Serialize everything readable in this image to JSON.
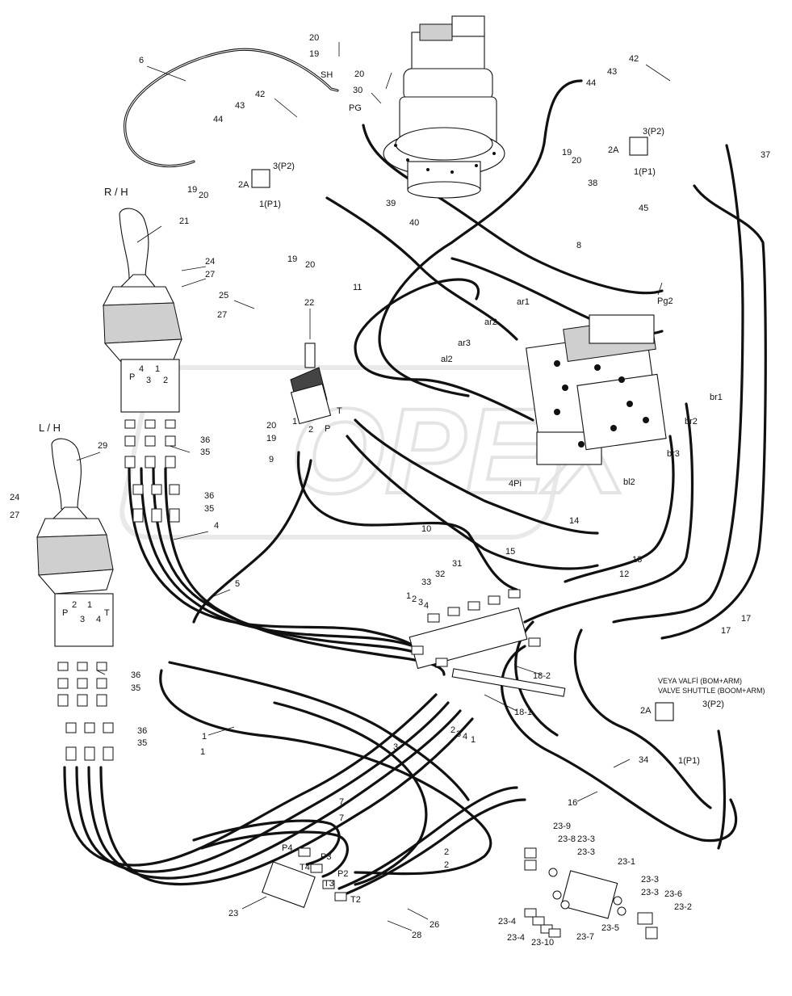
{
  "diagram": {
    "handle_labels": {
      "right": "R / H",
      "left": "L / H"
    },
    "shuttle_valve_note": [
      "VEYA VALFİ (BOM+ARM)",
      "VALVE SHUTTLE (BOOM+ARM)"
    ],
    "watermark": "OPEX",
    "callouts": [
      {
        "id": "c-6",
        "text": "6"
      },
      {
        "id": "c-20a",
        "text": "20"
      },
      {
        "id": "c-19a",
        "text": "19"
      },
      {
        "id": "c-sh",
        "text": "SH"
      },
      {
        "id": "c-20b",
        "text": "20"
      },
      {
        "id": "c-30",
        "text": "30"
      },
      {
        "id": "c-pg",
        "text": "PG"
      },
      {
        "id": "c-42a",
        "text": "42"
      },
      {
        "id": "c-43a",
        "text": "43"
      },
      {
        "id": "c-44a",
        "text": "44"
      },
      {
        "id": "c-3p2a",
        "text": "3(P2)"
      },
      {
        "id": "c-19b",
        "text": "19"
      },
      {
        "id": "c-20c",
        "text": "20"
      },
      {
        "id": "c-2aa",
        "text": "2A"
      },
      {
        "id": "c-1p1a",
        "text": "1(P1)"
      },
      {
        "id": "c-19c",
        "text": "19"
      },
      {
        "id": "c-20d",
        "text": "20"
      },
      {
        "id": "c-39",
        "text": "39"
      },
      {
        "id": "c-40",
        "text": "40"
      },
      {
        "id": "c-42b",
        "text": "42"
      },
      {
        "id": "c-43b",
        "text": "43"
      },
      {
        "id": "c-44b",
        "text": "44"
      },
      {
        "id": "c-3p2b",
        "text": "3(P2)"
      },
      {
        "id": "c-19d",
        "text": "19"
      },
      {
        "id": "c-2ab",
        "text": "2A"
      },
      {
        "id": "c-20e",
        "text": "20"
      },
      {
        "id": "c-1p1b",
        "text": "1(P1)"
      },
      {
        "id": "c-37",
        "text": "37"
      },
      {
        "id": "c-38",
        "text": "38"
      },
      {
        "id": "c-45",
        "text": "45"
      },
      {
        "id": "c-8",
        "text": "8"
      },
      {
        "id": "c-pg2",
        "text": "Pg2"
      },
      {
        "id": "c-21",
        "text": "21"
      },
      {
        "id": "c-24a",
        "text": "24"
      },
      {
        "id": "c-27a",
        "text": "27"
      },
      {
        "id": "c-25",
        "text": "25"
      },
      {
        "id": "c-27b",
        "text": "27"
      },
      {
        "id": "c-22",
        "text": "22"
      },
      {
        "id": "c-11",
        "text": "11"
      },
      {
        "id": "c-ar1",
        "text": "ar1"
      },
      {
        "id": "c-ar2",
        "text": "ar2"
      },
      {
        "id": "c-ar3",
        "text": "ar3"
      },
      {
        "id": "c-al2",
        "text": "al2"
      },
      {
        "id": "c-br1",
        "text": "br1"
      },
      {
        "id": "c-br2",
        "text": "br2"
      },
      {
        "id": "c-br3",
        "text": "br3"
      },
      {
        "id": "c-bl2",
        "text": "bl2"
      },
      {
        "id": "c-4pi",
        "text": "4Pi"
      },
      {
        "id": "c-t",
        "text": "T"
      },
      {
        "id": "c-p",
        "text": "P"
      },
      {
        "id": "c-1v",
        "text": "1"
      },
      {
        "id": "c-2v",
        "text": "2"
      },
      {
        "id": "c-20f",
        "text": "20"
      },
      {
        "id": "c-19e",
        "text": "19"
      },
      {
        "id": "c-9",
        "text": "9"
      },
      {
        "id": "c-36a",
        "text": "36"
      },
      {
        "id": "c-35a",
        "text": "35"
      },
      {
        "id": "c-36b",
        "text": "36"
      },
      {
        "id": "c-35b",
        "text": "35"
      },
      {
        "id": "c-29",
        "text": "29"
      },
      {
        "id": "c-24b",
        "text": "24"
      },
      {
        "id": "c-27c",
        "text": "27"
      },
      {
        "id": "c-4",
        "text": "4"
      },
      {
        "id": "c-5",
        "text": "5"
      },
      {
        "id": "c-10",
        "text": "10"
      },
      {
        "id": "c-14",
        "text": "14"
      },
      {
        "id": "c-15",
        "text": "15"
      },
      {
        "id": "c-13",
        "text": "13"
      },
      {
        "id": "c-12",
        "text": "12"
      },
      {
        "id": "c-17a",
        "text": "17"
      },
      {
        "id": "c-17b",
        "text": "17"
      },
      {
        "id": "c-31",
        "text": "31"
      },
      {
        "id": "c-32",
        "text": "32"
      },
      {
        "id": "c-33",
        "text": "33"
      },
      {
        "id": "c-m1",
        "text": "1"
      },
      {
        "id": "c-m2",
        "text": "2"
      },
      {
        "id": "c-m3",
        "text": "3"
      },
      {
        "id": "c-m4",
        "text": "4"
      },
      {
        "id": "c-18-2",
        "text": "18-2"
      },
      {
        "id": "c-18-1",
        "text": "18-1"
      },
      {
        "id": "c-b2",
        "text": "2"
      },
      {
        "id": "c-b3",
        "text": "3"
      },
      {
        "id": "c-b4",
        "text": "4"
      },
      {
        "id": "c-b1",
        "text": "1"
      },
      {
        "id": "c-36c",
        "text": "36"
      },
      {
        "id": "c-35c",
        "text": "35"
      },
      {
        "id": "c-36d",
        "text": "36"
      },
      {
        "id": "c-35d",
        "text": "35"
      },
      {
        "id": "c-1a",
        "text": "1"
      },
      {
        "id": "c-1b",
        "text": "1"
      },
      {
        "id": "c-3",
        "text": "3"
      },
      {
        "id": "c-34",
        "text": "34"
      },
      {
        "id": "c-16",
        "text": "16"
      },
      {
        "id": "c-2ac",
        "text": "2A"
      },
      {
        "id": "c-3p2c",
        "text": "3(P2)"
      },
      {
        "id": "c-1p1c",
        "text": "1(P1)"
      },
      {
        "id": "c-7a",
        "text": "7"
      },
      {
        "id": "c-7b",
        "text": "7"
      },
      {
        "id": "c-2a",
        "text": "2"
      },
      {
        "id": "c-2b",
        "text": "2"
      },
      {
        "id": "c-p4",
        "text": "P4"
      },
      {
        "id": "c-p3",
        "text": "P3"
      },
      {
        "id": "c-t4",
        "text": "T4"
      },
      {
        "id": "c-p2",
        "text": "P2"
      },
      {
        "id": "c-t3",
        "text": "T3"
      },
      {
        "id": "c-t2",
        "text": "T2"
      },
      {
        "id": "c-23",
        "text": "23"
      },
      {
        "id": "c-26",
        "text": "26"
      },
      {
        "id": "c-28",
        "text": "28"
      },
      {
        "id": "c-23-9",
        "text": "23-9"
      },
      {
        "id": "c-23-8",
        "text": "23-8"
      },
      {
        "id": "c-23-3a",
        "text": "23-3"
      },
      {
        "id": "c-23-3b",
        "text": "23-3"
      },
      {
        "id": "c-23-1",
        "text": "23-1"
      },
      {
        "id": "c-23-3c",
        "text": "23-3"
      },
      {
        "id": "c-23-3d",
        "text": "23-3"
      },
      {
        "id": "c-23-6",
        "text": "23-6"
      },
      {
        "id": "c-23-2",
        "text": "23-2"
      },
      {
        "id": "c-23-4a",
        "text": "23-4"
      },
      {
        "id": "c-23-4b",
        "text": "23-4"
      },
      {
        "id": "c-23-10",
        "text": "23-10"
      },
      {
        "id": "c-23-5",
        "text": "23-5"
      },
      {
        "id": "c-23-7",
        "text": "23-7"
      },
      {
        "id": "c-rp",
        "text": "P"
      },
      {
        "id": "c-r4",
        "text": "4"
      },
      {
        "id": "c-r3",
        "text": "3"
      },
      {
        "id": "c-r2",
        "text": "2"
      },
      {
        "id": "c-r1",
        "text": "1"
      },
      {
        "id": "c-lp",
        "text": "P"
      },
      {
        "id": "c-l2",
        "text": "2"
      },
      {
        "id": "c-l1",
        "text": "1"
      },
      {
        "id": "c-l3",
        "text": "3"
      },
      {
        "id": "c-l4",
        "text": "4"
      },
      {
        "id": "c-lt",
        "text": "T"
      }
    ]
  }
}
